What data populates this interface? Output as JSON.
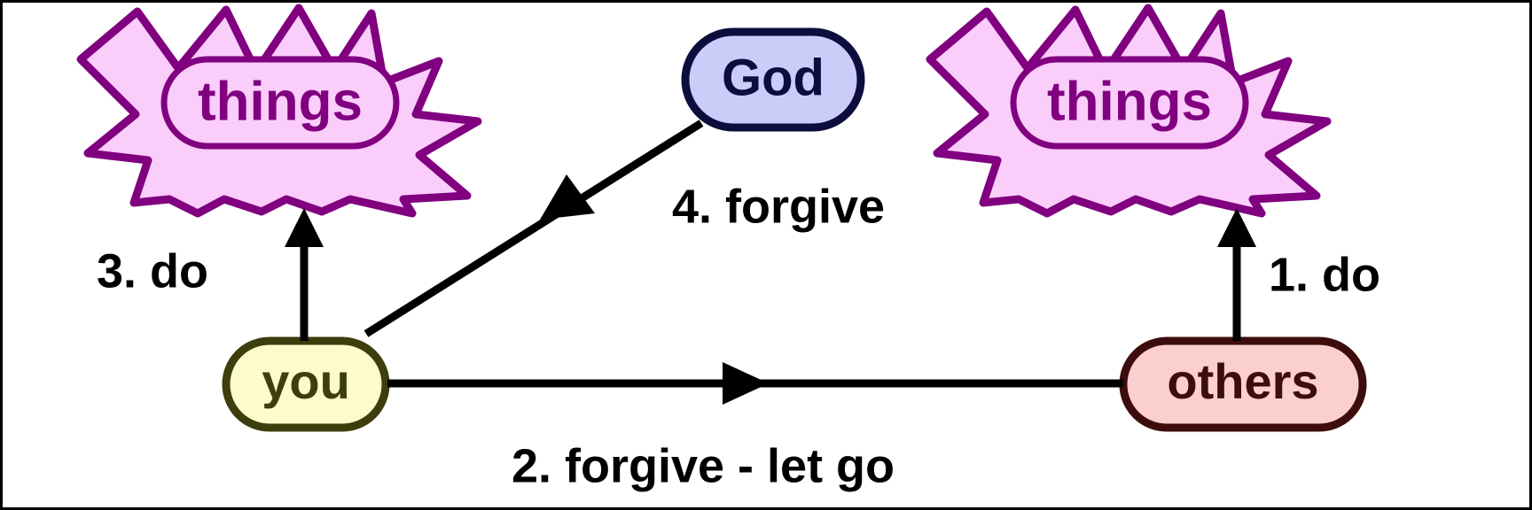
{
  "diagram": {
    "title": "Forgiveness cycle diagram",
    "background": "#FFFFFF",
    "border_color": "#000000",
    "nodes": [
      {
        "id": "things-left",
        "label": "things",
        "shape": "star-in-rounded-rect",
        "fill": "#FBCDFB",
        "stroke": "#800080",
        "text_color": "#800080"
      },
      {
        "id": "god",
        "label": "God",
        "shape": "rounded-rect",
        "fill": "#CCCCF9",
        "stroke": "#0D0D3D",
        "text_color": "#0D0D3D"
      },
      {
        "id": "things-right",
        "label": "things",
        "shape": "star-in-rounded-rect",
        "fill": "#FBCDFB",
        "stroke": "#800080",
        "text_color": "#800080"
      },
      {
        "id": "you",
        "label": "you",
        "shape": "rounded-rect",
        "fill": "#FBFBCC",
        "stroke": "#3D3D0D",
        "text_color": "#3D3D0D"
      },
      {
        "id": "others",
        "label": "others",
        "shape": "rounded-rect",
        "fill": "#FBCFCF",
        "stroke": "#3D0D0D",
        "text_color": "#3D0D0D"
      }
    ],
    "edges": [
      {
        "id": "edge-others-things-right",
        "label": "1. do",
        "from": "others",
        "to": "things-right",
        "color": "#000000"
      },
      {
        "id": "edge-you-others",
        "label": "2. forgive - let go",
        "from": "you",
        "to": "others",
        "color": "#000000"
      },
      {
        "id": "edge-you-things-left",
        "label": "3. do",
        "from": "you",
        "to": "things-left",
        "color": "#000000"
      },
      {
        "id": "edge-god-you",
        "label": "4. forgive",
        "from": "god",
        "to": "you",
        "color": "#000000"
      }
    ]
  }
}
